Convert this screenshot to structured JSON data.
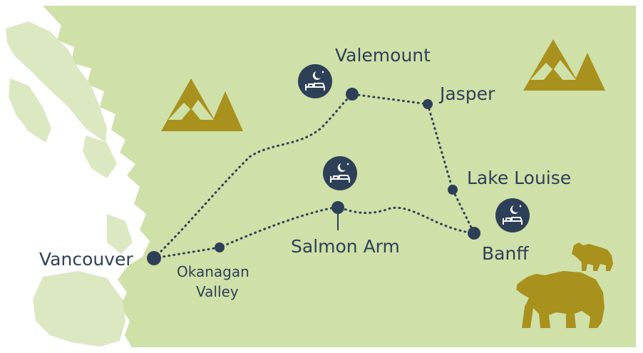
{
  "colors": {
    "land": "#cfe0a8",
    "water": "#ffffff",
    "coast": "#dbe8c2",
    "route": "#2e4057",
    "accent": "#a8911c",
    "label": "#2e4057"
  },
  "places": {
    "vancouver": "Vancouver",
    "okanagan_line1": "Okanagan",
    "okanagan_line2": "Valley",
    "salmon_arm": "Salmon Arm",
    "banff": "Banff",
    "lake_louise": "Lake Louise",
    "jasper": "Jasper",
    "valemount": "Valemount"
  },
  "icons": {
    "overnight": "bed-moon-icon",
    "mountains": "mountain-icon",
    "wildlife": "bear-icon"
  }
}
